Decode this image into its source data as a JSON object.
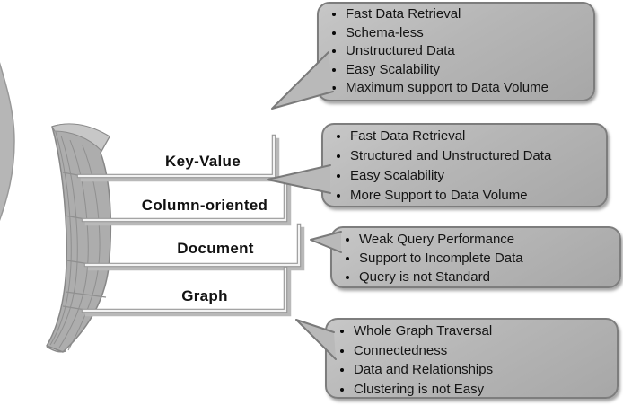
{
  "diagram": {
    "background": "#ffffff",
    "colors": {
      "callout_fill": "#b5b5b5",
      "callout_border": "#7d7d7d",
      "band_fill": "#adadad",
      "band_edge": "#878787",
      "text": "#141414"
    },
    "categories": [
      {
        "label": "Key-Value"
      },
      {
        "label": "Column-oriented"
      },
      {
        "label": "Document"
      },
      {
        "label": "Graph"
      }
    ],
    "callouts": [
      {
        "category": "Key-Value",
        "items": [
          "Fast Data Retrieval",
          "Schema-less",
          "Unstructured Data",
          "Easy Scalability",
          "Maximum support to Data Volume"
        ]
      },
      {
        "category": "Column-oriented",
        "items": [
          "Fast Data Retrieval",
          "Structured and Unstructured Data",
          "Easy Scalability",
          "More Support to Data Volume"
        ]
      },
      {
        "category": "Document",
        "items": [
          "Weak Query Performance",
          "Support to Incomplete Data",
          "Query is not Standard"
        ]
      },
      {
        "category": "Graph",
        "items": [
          "Whole Graph Traversal",
          "Connectedness",
          "Data and Relationships",
          "Clustering is not Easy"
        ]
      }
    ]
  }
}
